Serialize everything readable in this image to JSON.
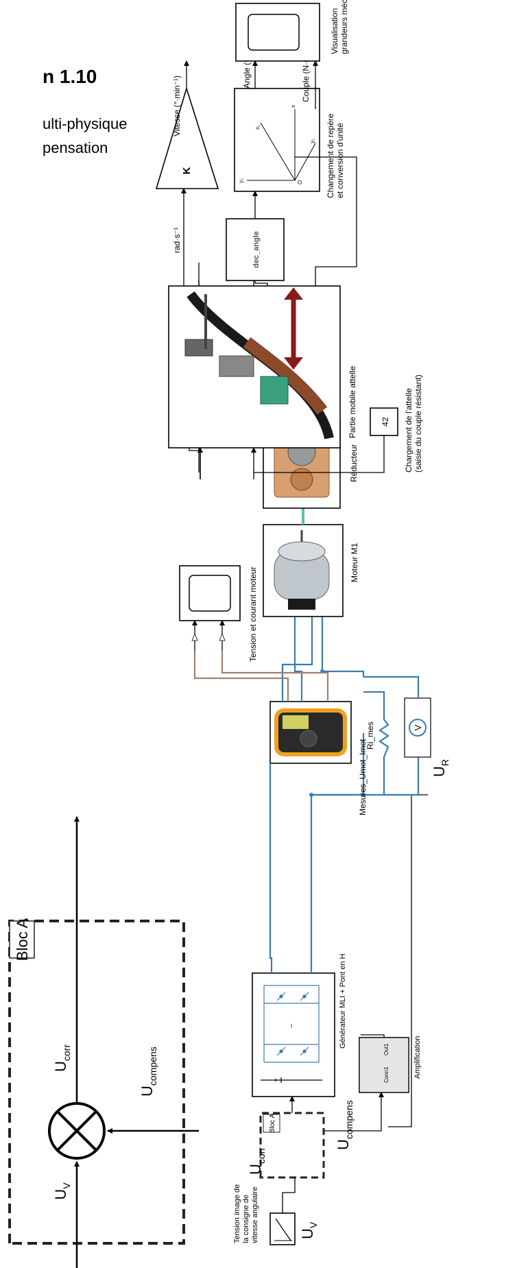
{
  "header": {
    "title_fragment": "n 1.10",
    "subtitle_line1": "ulti-physique",
    "subtitle_line2": "pensation"
  },
  "bloc_a_detail": {
    "title": "Bloc A",
    "u_corr_main": "U",
    "u_corr_sub": "corr",
    "u_compens_main": "U",
    "u_compens_sub": "compens",
    "u_v_main": "U",
    "u_v_sub": "V"
  },
  "blocks": {
    "consigne_label_1": "Tension image de",
    "consigne_label_2": "la consigne de",
    "consigne_label_3": "vitesse angulaire",
    "u_v_main": "U",
    "u_v_sub": "V",
    "bloc_a_small": "Bloc A",
    "u_corr_main": "U",
    "u_corr_sub": "corr",
    "u_compens_main": "U",
    "u_compens_sub": "compens",
    "generator_label": "Générateur MLI + Pont en H",
    "amplification_label": "Amplification",
    "amp_conn1": "Conn1",
    "amp_out1": "Out1",
    "measures_label": "Mesures_Umot_Imot",
    "ri_mes_label": "Ri_mes",
    "u_r_main": "U",
    "u_r_sub": "R",
    "tension_scope_label": "Tension et courant moteur",
    "motor_label": "Moteur M1",
    "reducer_label": "Réducteur",
    "mobile_label": "Partie mobile attelle",
    "load_value": "42",
    "load_label_1": "Chargement de l'attelle",
    "load_label_2": "(saisie du couple résistant)",
    "dec_angle_label": "dec_angle",
    "rad_label": "rad·s⁻¹",
    "gain_label": "K",
    "change_label_1": "Changement de repère",
    "change_label_2": "et conversion d'unité",
    "vitesse_label": "Vitesse (°·min⁻¹)",
    "angle_label": "Angle (°)",
    "couple_label": "Couple (N·m)",
    "visu_label_1": "Visualisation",
    "visu_label_2": "grandeurs mécaniques",
    "axis_x": "x",
    "axis_y": "y₂",
    "axis_y1": "y₁",
    "axis_x1": "x₁",
    "axis_o": "O"
  },
  "colors": {
    "blue_wire": "#3a7bb0",
    "brown_wire": "#a08070",
    "green_link": "#5fc0a0",
    "arrow_red": "#8b1a1a",
    "multimeter_orange": "#f0a020"
  }
}
